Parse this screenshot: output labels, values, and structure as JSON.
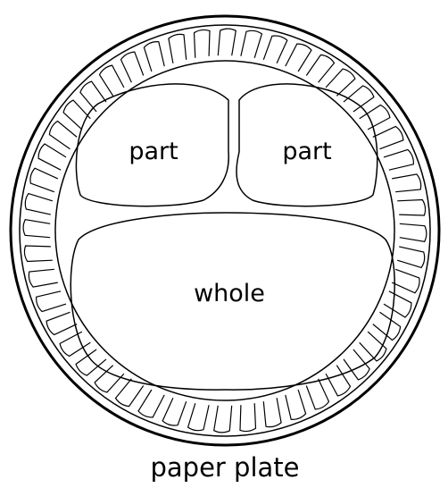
{
  "compartments": {
    "left_label": "part",
    "right_label": "part",
    "bottom_label": "whole"
  },
  "caption": "paper plate",
  "colors": {
    "ink": "#000000",
    "paper": "#ffffff"
  }
}
